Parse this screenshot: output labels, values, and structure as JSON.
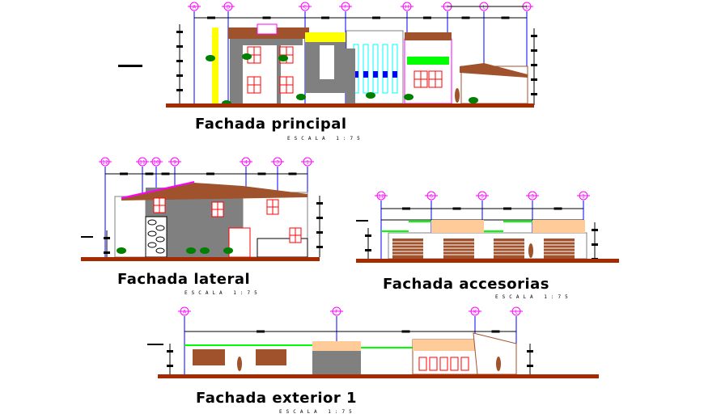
{
  "drawings": [
    {
      "title": "Fachada principal",
      "scale": "ESCALA 1:75",
      "axes": [
        "A",
        "B",
        "C",
        "F",
        "H",
        "I",
        "L",
        "L"
      ]
    },
    {
      "title": "Fachada lateral",
      "scale": "ESCALA 1:75",
      "axes": [
        "12",
        "11",
        "10",
        "9",
        "4",
        "3",
        "1"
      ]
    },
    {
      "title": "Fachada accesorias",
      "scale": "ESCALA 1:75",
      "axes": [
        "12",
        "6",
        "5",
        "3",
        "1"
      ]
    },
    {
      "title": "Fachada exterior 1",
      "scale": "ESCALA 1:75",
      "axes": [
        "A",
        "F",
        "K",
        "L"
      ]
    }
  ],
  "colors": {
    "ground": "#a52a00",
    "axis_bubble": "#ff00ff",
    "axis_line": "#0000ff",
    "wall": "#808080",
    "roof": "#a0522d",
    "window": "#ff0000",
    "tile": "#ffcc99",
    "plant": "#008000"
  }
}
